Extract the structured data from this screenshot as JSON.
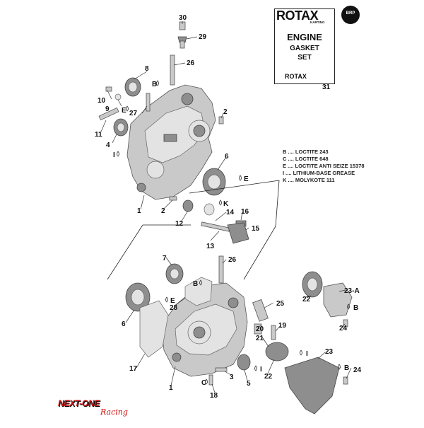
{
  "kit_box": {
    "brand": "ROTAX",
    "sub": "KARTING",
    "line1": "ENGINE",
    "line2": "GASKET",
    "line3": "SET",
    "mini_brand": "ROTAX",
    "ref": "31"
  },
  "brp_logo": "BRP",
  "legend": [
    "B .... LOCTITE 243",
    "C .... LOCTITE 648",
    "E .... LOCTITE ANTI SEIZE 15378",
    "I .... LITHIUM-BASE GREASE",
    "K .... MOLYKOTE 111"
  ],
  "callouts": {
    "n30": "30",
    "n29": "29",
    "n26a": "26",
    "n8": "8",
    "n10": "10",
    "n9": "9",
    "n27": "27",
    "n2a": "2",
    "n11": "11",
    "n4": "4",
    "n6a": "6",
    "n1a": "1",
    "n2b": "2",
    "n12": "12",
    "n14": "14",
    "n16": "16",
    "n15": "15",
    "n13": "13",
    "n7": "7",
    "n26b": "26",
    "n6b": "6",
    "n28": "28",
    "n25": "25",
    "n23a": "23-A",
    "n22a": "22",
    "n24a": "24",
    "n19": "19",
    "n20": "20",
    "n21": "21",
    "n22b": "22",
    "n23b": "23",
    "n24b": "24",
    "n17": "17",
    "n1b": "1",
    "n3": "3",
    "n5": "5",
    "n18": "18"
  },
  "agent_marks": {
    "B": "B",
    "C": "C",
    "E": "E",
    "I": "I",
    "K": "K"
  },
  "watermark": {
    "line1": "NEXT-ONE",
    "line2": "Racing"
  }
}
